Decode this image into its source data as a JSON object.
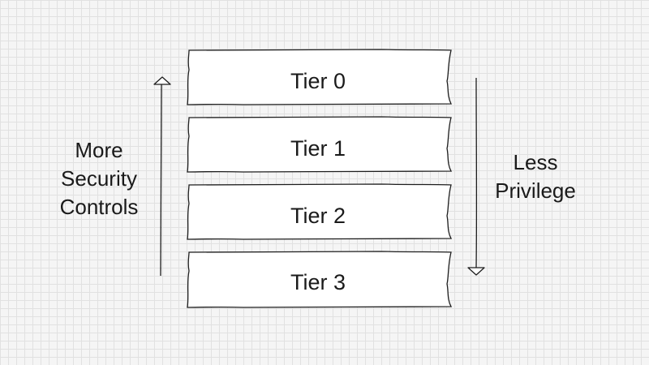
{
  "diagram": {
    "tiers": [
      {
        "label": "Tier 0"
      },
      {
        "label": "Tier 1"
      },
      {
        "label": "Tier 2"
      },
      {
        "label": "Tier 3"
      }
    ],
    "left_label": {
      "lines": [
        "More",
        "Security",
        "Controls"
      ]
    },
    "right_label": {
      "lines": [
        "Less",
        "Privilege"
      ]
    }
  }
}
